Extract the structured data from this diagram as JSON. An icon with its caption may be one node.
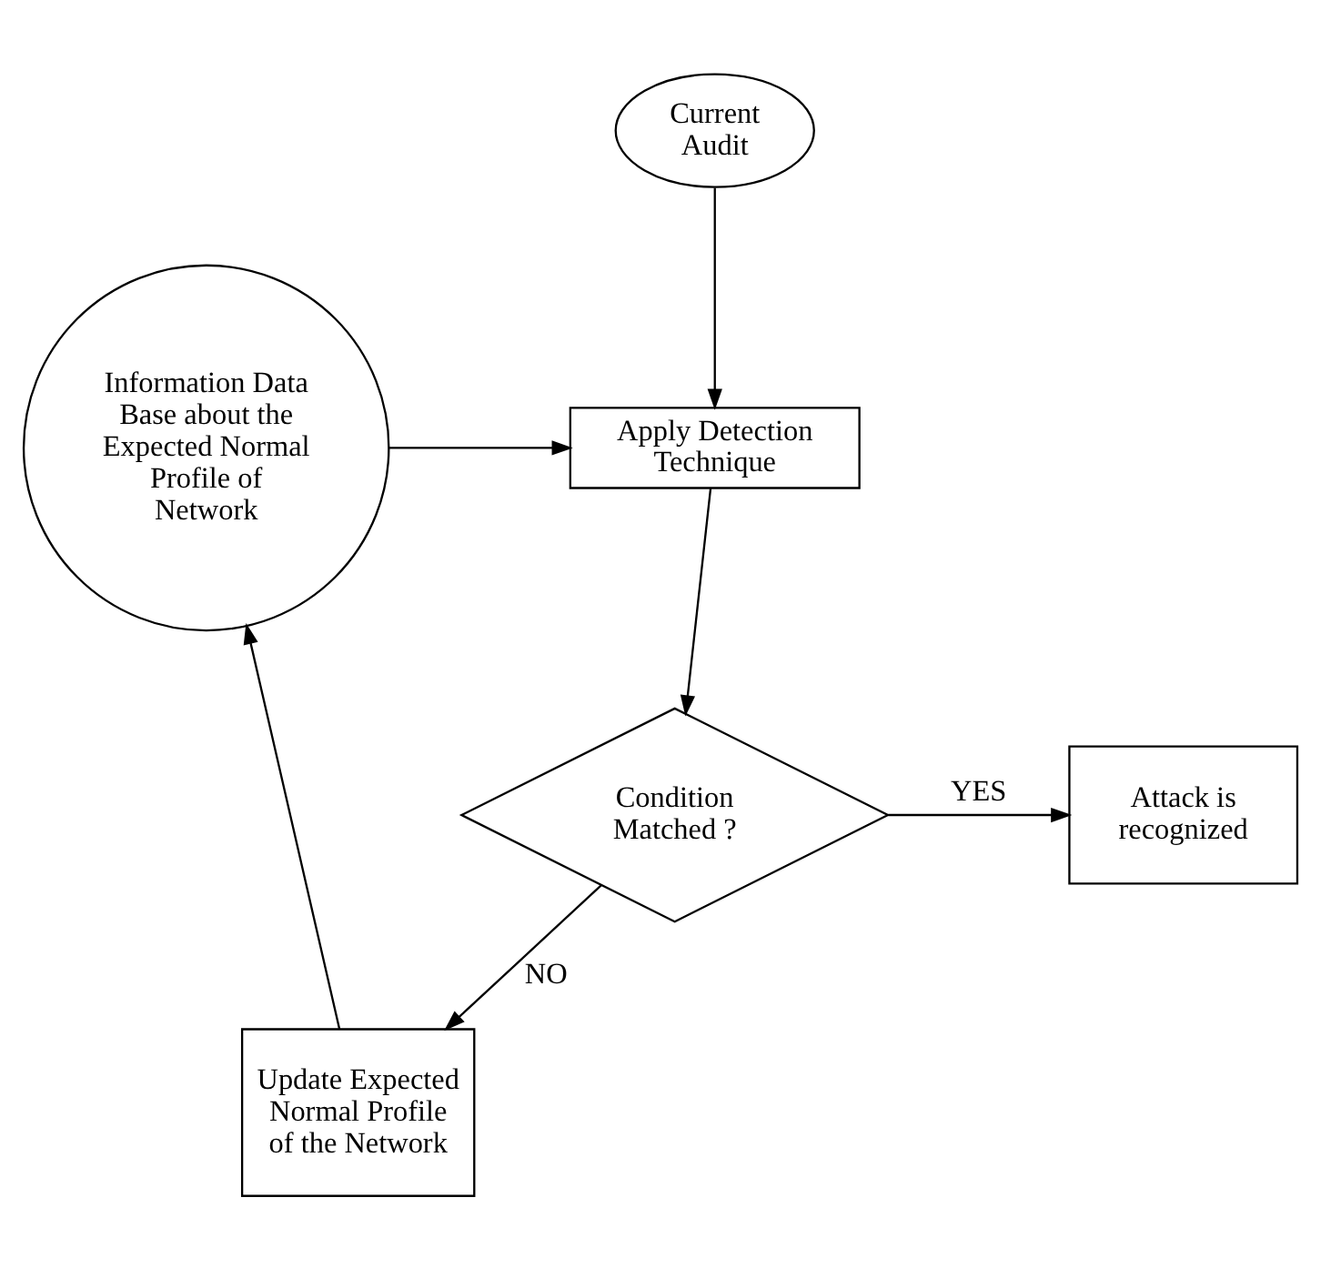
{
  "diagram": {
    "nodes": [
      {
        "text": [
          "Current Audit"
        ]
      },
      {
        "text": [
          "Apply Detection Technique"
        ]
      },
      {
        "text": [
          "Information Data Base about the Expected Normal Profile of Network"
        ]
      },
      {
        "text": [
          "Attack is recognized"
        ]
      },
      {
        "text": [
          "Condition Matched ?"
        ]
      },
      {
        "text": [
          "Update Expected Normal Profile of the Network"
        ]
      }
    ],
    "edges": [
      {
        "from": 0,
        "to": 1,
        "arrow": "to"
      },
      {
        "from": 2,
        "to": 1,
        "arrow": "to"
      },
      {
        "from": 1,
        "to": 4,
        "arrow": "to"
      },
      {
        "from": 4,
        "to": 3,
        "label": "YES",
        "arrow": "to"
      },
      {
        "from": 4,
        "to": 5,
        "label": "NO",
        "arrow": "to"
      },
      {
        "from": 5,
        "to": 2,
        "arrow": "to"
      }
    ]
  }
}
